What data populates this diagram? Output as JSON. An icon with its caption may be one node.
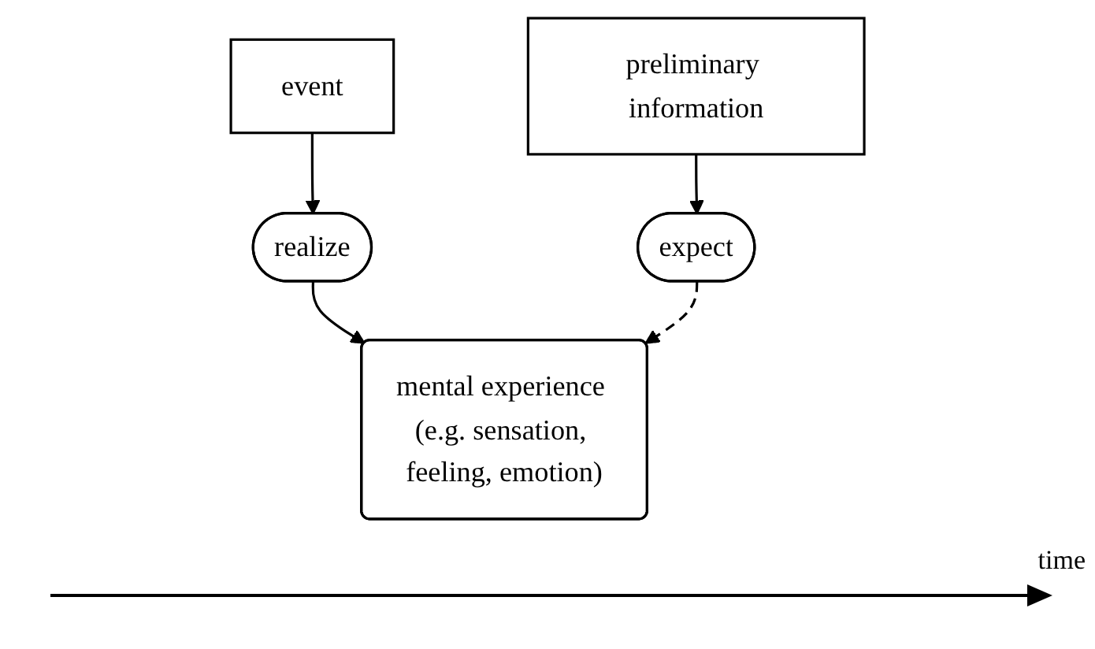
{
  "diagram": {
    "nodes": [
      {
        "text": [
          "preliminary information"
        ]
      },
      {
        "text": [
          "expect"
        ]
      },
      {
        "text": [
          "event"
        ]
      },
      {
        "text": [
          "realize"
        ]
      },
      {
        "text": [
          "mental experience (e.g. sensation, feeling, emotion)"
        ]
      }
    ],
    "edges": [
      {
        "from": 0,
        "to": 1,
        "arrow": "to"
      },
      {
        "from": 2,
        "to": 3,
        "arrow": "to"
      },
      {
        "from": 3,
        "to": 4,
        "arrow": "to"
      },
      {
        "from": 1,
        "to": 4,
        "arrow": "to",
        "style": "dashed"
      }
    ],
    "labels": [
      "time"
    ]
  }
}
